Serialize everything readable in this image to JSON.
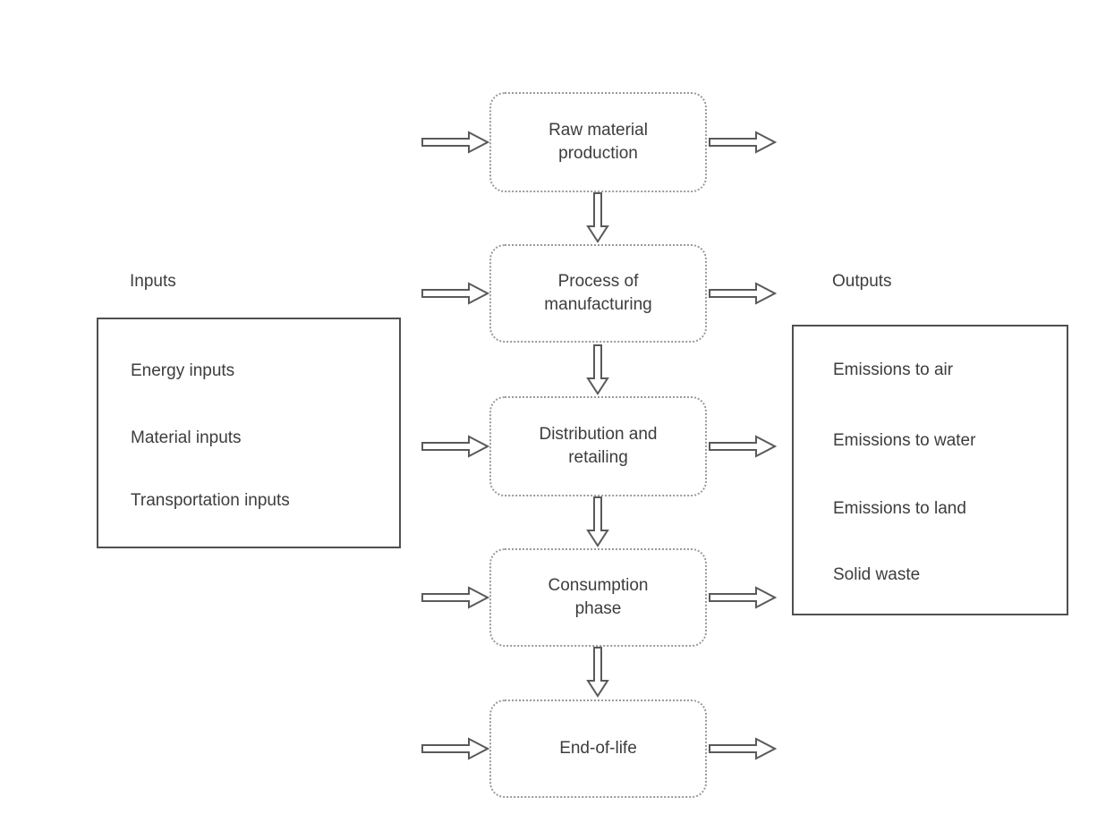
{
  "diagram": {
    "title_implicit": "Life cycle stages with inputs and outputs",
    "stages": [
      {
        "label": "Raw material production",
        "lines": [
          "Raw material",
          "production"
        ]
      },
      {
        "label": "Process of manufacturing",
        "lines": [
          "Process of",
          "manufacturing"
        ]
      },
      {
        "label": "Distribution and retailing",
        "lines": [
          "Distribution and",
          "retailing"
        ]
      },
      {
        "label": "Consumption phase",
        "lines": [
          "Consumption",
          "phase"
        ]
      },
      {
        "label": "End-of-life",
        "lines": [
          "End-of-life"
        ]
      }
    ],
    "inputs_panel": {
      "title": "Inputs",
      "items": [
        "Energy inputs",
        "Material inputs",
        "Transportation inputs"
      ]
    },
    "outputs_panel": {
      "title": "Outputs",
      "items": [
        "Emissions to air",
        "Emissions to water",
        "Emissions to land",
        "Solid waste"
      ]
    },
    "icons": {
      "horizontal_arrow": "block-arrow-right-icon",
      "vertical_arrow": "block-arrow-down-icon"
    },
    "colors": {
      "background": "#ffffff",
      "text": "#3d3d3d",
      "dotted_border": "#9a9a9a",
      "solid_border": "#4f4f4f",
      "arrow_outline": "#5a5a5a",
      "arrow_fill": "#ffffff"
    }
  }
}
